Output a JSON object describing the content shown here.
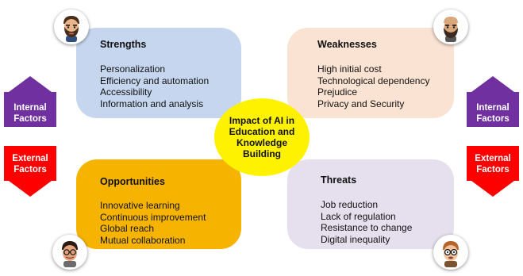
{
  "center": {
    "title": "Impact of AI in Education and Knowledge Building"
  },
  "side_labels": {
    "internal": "Internal Factors",
    "external": "External Factors"
  },
  "quadrants": {
    "strengths": {
      "title": "Strengths",
      "items": [
        "Personalization",
        "Efficiency and automation",
        "Accessibility",
        "Information and analysis"
      ]
    },
    "weaknesses": {
      "title": "Weaknesses",
      "items": [
        "High initial cost",
        "Technological dependency",
        "Prejudice",
        "Privacy and Security"
      ]
    },
    "opportunities": {
      "title": "Opportunities",
      "items": [
        "Innovative learning",
        "Continuous improvement",
        "Global reach",
        "Mutual collaboration"
      ]
    },
    "threats": {
      "title": "Threats",
      "items": [
        "Job reduction",
        "Lack of regulation",
        "Resistance to change",
        "Digital inequality"
      ]
    }
  },
  "colors": {
    "strengths": "#c5d6ee",
    "weaknesses": "#fbe3d3",
    "opportunities": "#f6b400",
    "threats": "#e6e0ee",
    "center": "#fff200",
    "internal_arrow": "#7030a0",
    "external_arrow": "#ff0000"
  },
  "icons": {
    "strengths": "man-with-beard-avatar-icon",
    "weaknesses": "man-with-beard-avatar-icon",
    "opportunities": "man-with-glasses-avatar-icon",
    "threats": "man-with-glasses-avatar-icon",
    "internal": "arrow-up-icon",
    "external": "arrow-down-icon"
  }
}
